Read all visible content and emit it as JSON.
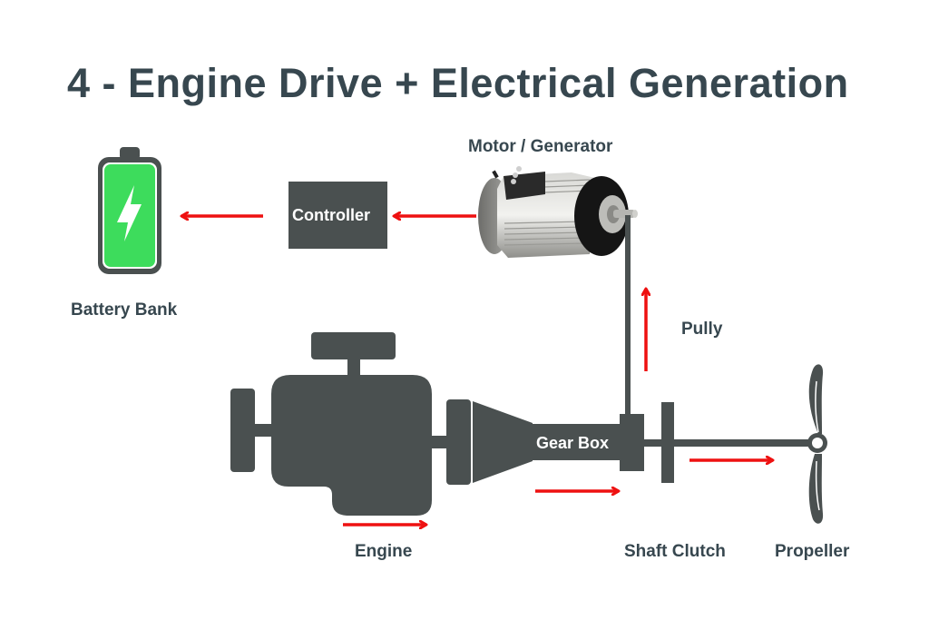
{
  "title": "4 - Engine Drive + Electrical Generation",
  "colors": {
    "component": "#4a5050",
    "text": "#37474f",
    "arrow": "#ee1111",
    "battery_fill": "#3ddc5c",
    "background": "#ffffff"
  },
  "components": {
    "battery": {
      "label": "Battery Bank",
      "icon": "battery-charging-icon"
    },
    "controller": {
      "label": "Controller"
    },
    "motor": {
      "label": "Motor / Generator",
      "icon": "electric-motor-icon"
    },
    "pulley": {
      "label": "Pully"
    },
    "engine": {
      "label": "Engine",
      "icon": "engine-icon"
    },
    "gearbox": {
      "label": "Gear Box"
    },
    "clutch": {
      "label": "Shaft Clutch"
    },
    "propeller": {
      "label": "Propeller",
      "icon": "propeller-icon"
    }
  },
  "flows": [
    {
      "from": "Motor / Generator",
      "to": "Controller",
      "direction": "left"
    },
    {
      "from": "Controller",
      "to": "Battery Bank",
      "direction": "left"
    },
    {
      "from": "Shaft Clutch",
      "to": "Motor / Generator",
      "via": "Pully",
      "direction": "up"
    },
    {
      "from": "Engine",
      "to": "Gear Box",
      "direction": "right"
    },
    {
      "from": "Gear Box",
      "to": "Shaft Clutch",
      "direction": "right"
    },
    {
      "from": "Shaft Clutch",
      "to": "Propeller",
      "direction": "right"
    }
  ]
}
